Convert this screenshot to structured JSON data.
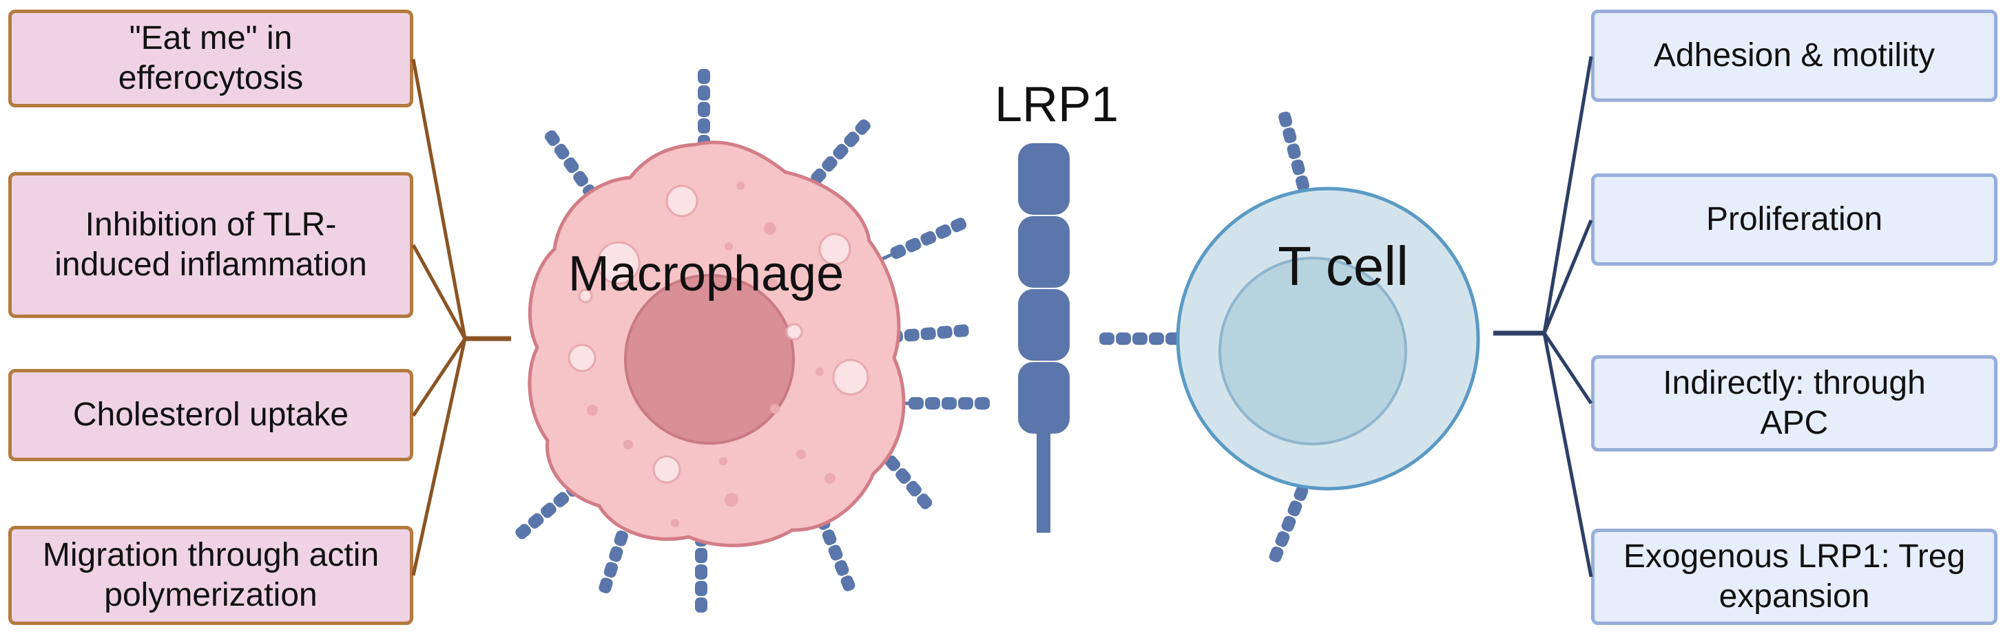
{
  "labels": {
    "macrophage": "Macrophage",
    "receptor": "LRP1",
    "tcell": "T cell"
  },
  "macrophage_functions": [
    "\"Eat me\" in efferocytosis",
    "Inhibition of TLR-induced inflammation",
    "Cholesterol uptake",
    "Migration through actin polymerization"
  ],
  "tcell_functions": [
    "Adhesion & motility",
    "Proliferation",
    "Indirectly: through APC",
    "Exogenous LRP1: Treg expansion"
  ],
  "colors": {
    "left_box_fill": "#efd3e4",
    "left_box_border": "#b47a3e",
    "left_connector": "#8b5424",
    "right_box_fill": "#e6eefb",
    "right_box_border": "#97aedb",
    "right_connector": "#2d3f66",
    "macrophage_body": "#f6c3c6",
    "macrophage_nucleus": "#d98f96",
    "tcell_body": "#d3e3ec",
    "tcell_nucleus": "#b7d3df",
    "receptor": "#5a76ab"
  }
}
